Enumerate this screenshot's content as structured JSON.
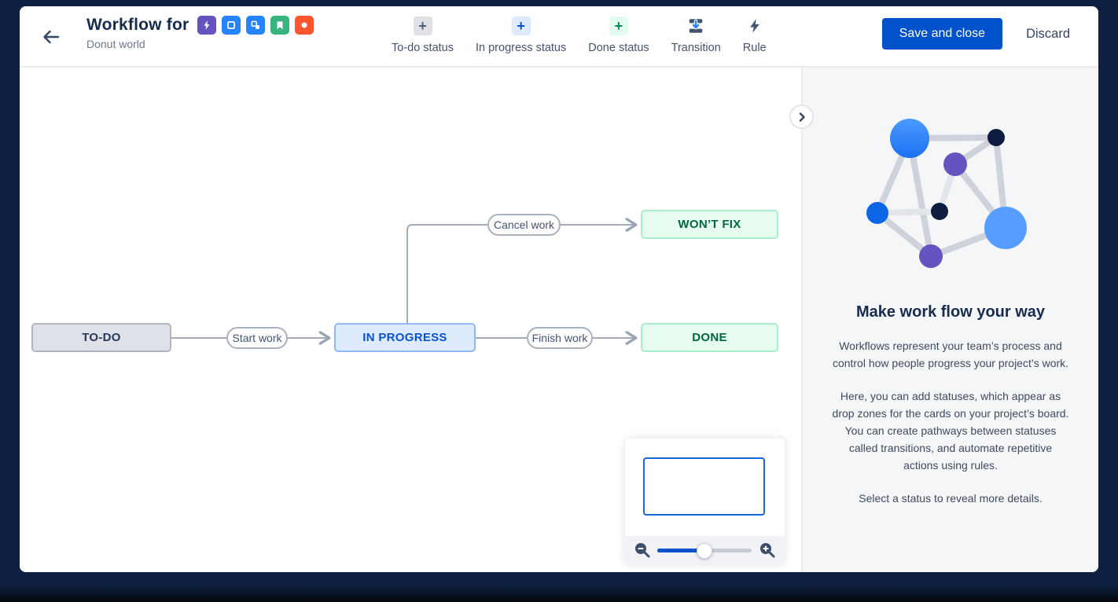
{
  "header": {
    "title": "Workflow for",
    "subtitle": "Donut world",
    "issue_type_icons": [
      "bolt",
      "task",
      "subtask",
      "story-bookmark",
      "epic-dot"
    ],
    "save_label": "Save and close",
    "discard_label": "Discard"
  },
  "toolbar": {
    "items": [
      {
        "label": "To-do status",
        "icon": "plus-todo-icon"
      },
      {
        "label": "In progress status",
        "icon": "plus-inprogress-icon"
      },
      {
        "label": "Done status",
        "icon": "plus-done-icon"
      },
      {
        "label": "Transition",
        "icon": "transition-icon"
      },
      {
        "label": "Rule",
        "icon": "rule-lightning-icon"
      }
    ],
    "plus_glyph": "+"
  },
  "workflow": {
    "statuses": [
      {
        "label": "TO-DO",
        "category": "todo"
      },
      {
        "label": "IN PROGRESS",
        "category": "in-progress"
      },
      {
        "label": "WON’T FIX",
        "category": "done"
      },
      {
        "label": "DONE",
        "category": "done"
      }
    ],
    "transitions": [
      {
        "label": "Start work",
        "from": "TO-DO",
        "to": "IN PROGRESS"
      },
      {
        "label": "Cancel work",
        "from": "IN PROGRESS",
        "to": "WON’T FIX"
      },
      {
        "label": "Finish work",
        "from": "IN PROGRESS",
        "to": "DONE"
      }
    ]
  },
  "sidebar": {
    "heading": "Make work flow your way",
    "paragraphs": [
      "Workflows represent your team’s process and control how people progress your project’s work.",
      "Here, you can add statuses, which appear as drop zones for the cards on your project’s board. You can create pathways between statuses called transitions, and automate repetitive actions using rules.",
      "Select a status to reveal more details."
    ]
  },
  "minimap": {
    "slider_position": 0.5
  },
  "colors": {
    "accent_blue": "#0052CC",
    "todo_bg": "#DEE1E7",
    "inprogress_bg": "#DEEBFF",
    "inprogress_text": "#0952CC",
    "done_bg": "#E6FCEF",
    "done_text": "#006644",
    "edge_gray": "#A3ABB9",
    "frame_navy": "#0E2143"
  }
}
